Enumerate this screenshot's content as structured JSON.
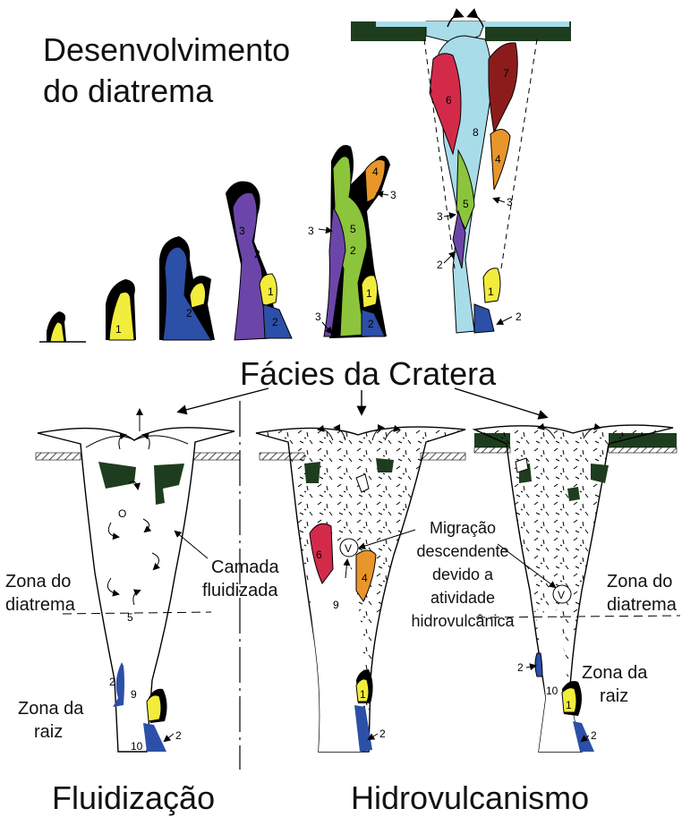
{
  "title": {
    "line1": "Desenvolvimento",
    "line2": "do diatrema"
  },
  "facies_label": "Fácies da Cratera",
  "panels": {
    "left": {
      "caption": "Fluidização",
      "zona_diatrema": [
        "Zona do",
        "diatrema"
      ],
      "camada": [
        "Camada",
        "fluidizada"
      ],
      "zona_raiz": [
        "Zona da",
        "raiz"
      ]
    },
    "middle": {
      "caption": "Hidrovulcanismo",
      "migracao": [
        "Migração",
        "descendente",
        "devido a",
        "atividade",
        "hidrovulcânica"
      ]
    },
    "right": {
      "zona_diatrema": [
        "Zona do",
        "diatrema"
      ],
      "zona_raiz": [
        "Zona da",
        "raiz"
      ]
    }
  },
  "unit_labels": {
    "n1": "1",
    "n2": "2",
    "n3": "3",
    "n4": "4",
    "n5": "5",
    "n6": "6",
    "n7": "7",
    "n8": "8",
    "n9": "9",
    "n10": "10",
    "v": "V",
    "o": "O"
  },
  "colors": {
    "unit1_yellow": "#f2ec3c",
    "unit2_blue": "#2c4fa8",
    "unit3_purple": "#6b46a8",
    "unit4_orange": "#e8962a",
    "unit5_green": "#8cc43c",
    "unit6_red": "#d42a4a",
    "unit7_maroon": "#8c1c1c",
    "unit8_cyan": "#a8dce8",
    "host_dark_green": "#1e3d1e",
    "outline_black": "#000000"
  }
}
